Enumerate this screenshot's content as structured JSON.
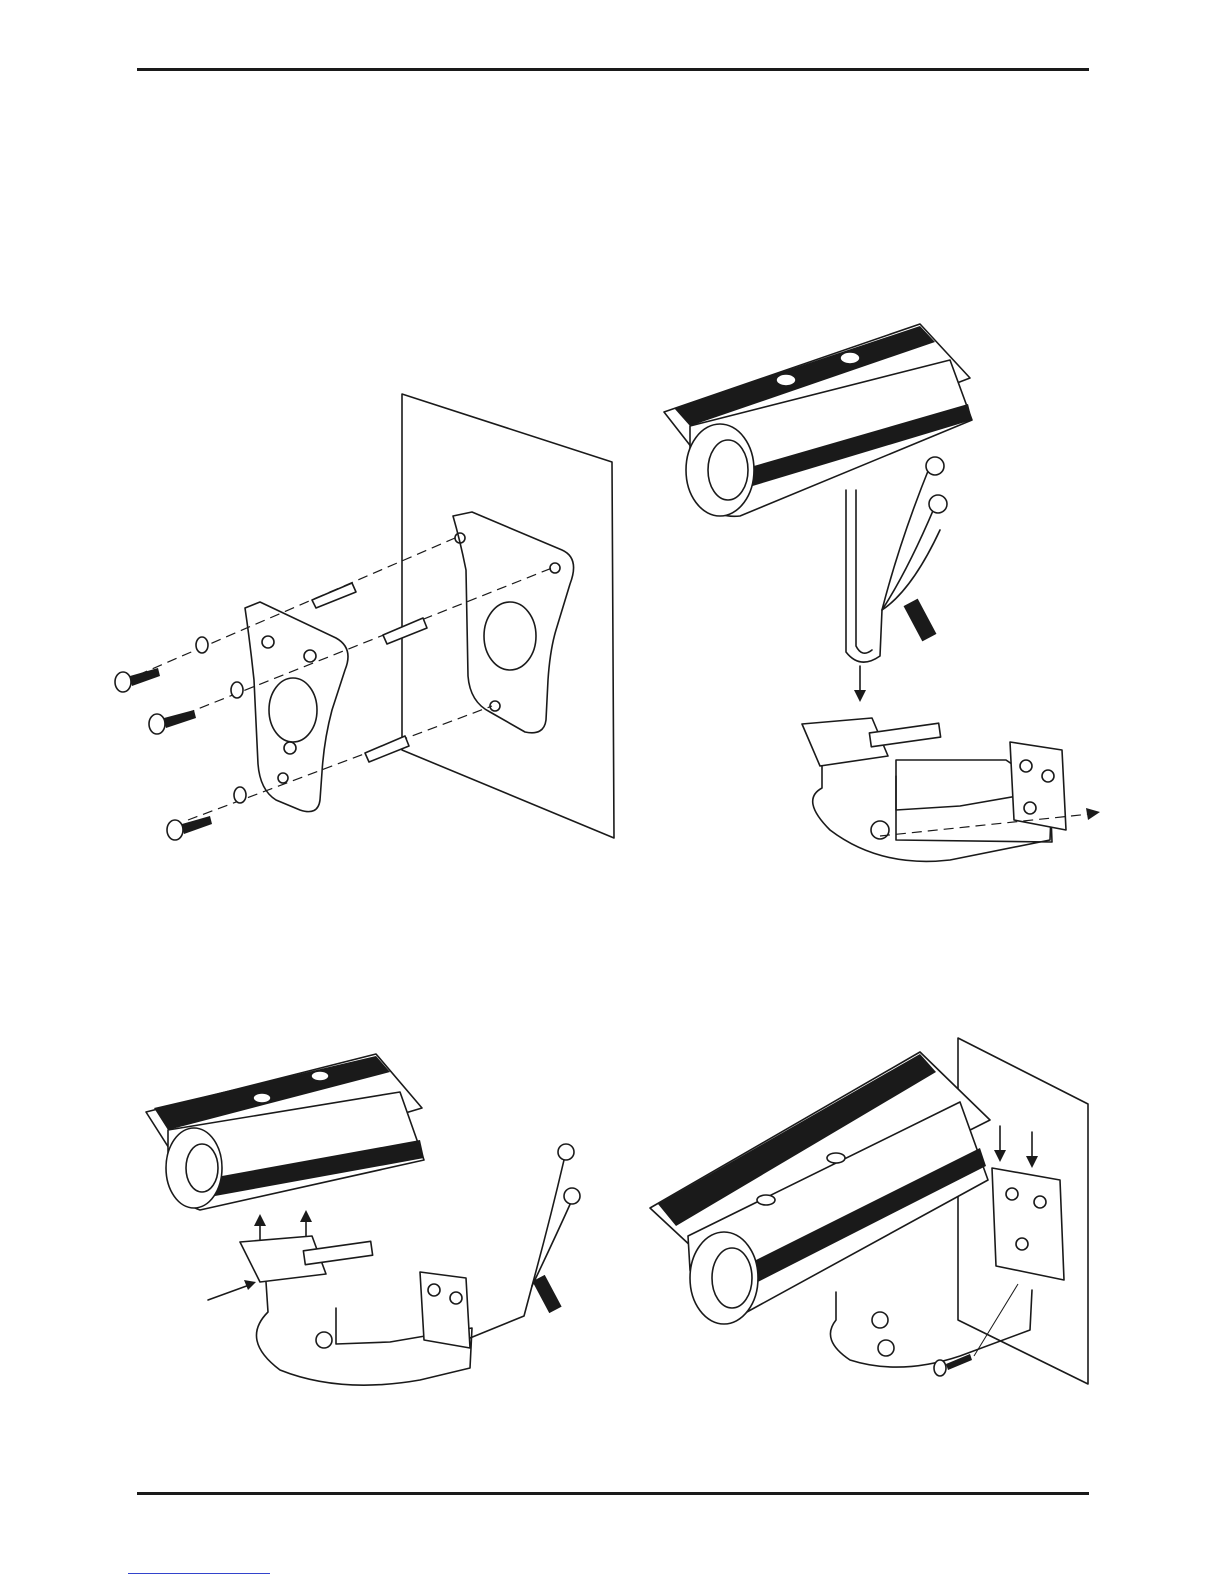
{
  "page": {
    "background": "#ffffff",
    "rule_color": "#1a1a1a",
    "link_color": "#3344cc"
  },
  "figures": [
    {
      "id": "figure-wall-plate-anchors",
      "icon": "wall-plate-anchors-icon"
    },
    {
      "id": "figure-camera-to-bracket",
      "icon": "camera-to-bracket-icon"
    },
    {
      "id": "figure-bracket-attach",
      "icon": "bracket-attach-icon"
    },
    {
      "id": "figure-mounted-on-wall",
      "icon": "mounted-on-wall-icon"
    }
  ]
}
